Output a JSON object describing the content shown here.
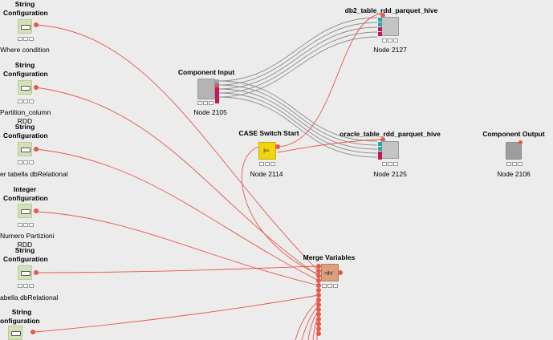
{
  "nodes": {
    "sc1": {
      "title_lines": [
        "String",
        "Configuration"
      ],
      "label": "Where condition"
    },
    "sc2": {
      "title_lines": [
        "String",
        "Configuration"
      ],
      "label_lines": [
        "Partition_column",
        "RDD"
      ]
    },
    "sc3": {
      "title_lines": [
        "String",
        "Configuration"
      ],
      "label": "er tabella dbRelational"
    },
    "ic1": {
      "title_lines": [
        "Integer",
        "Configuration"
      ],
      "label_lines": [
        "Numero Partizioni",
        "RDD"
      ]
    },
    "sc4": {
      "title_lines": [
        "String",
        "Configuration"
      ],
      "label": "abella dbRelational"
    },
    "sc5": {
      "title_lines": [
        "String",
        "onfiguration"
      ]
    },
    "component_input": {
      "title": "Component Input",
      "label": "Node 2105"
    },
    "db2": {
      "title": "db2_table_rdd_parquet_hive",
      "label": "Node 2127"
    },
    "case_switch": {
      "title": "CASE Switch Start",
      "label": "Node 2114"
    },
    "oracle": {
      "title": "oracle_table_rdd_parquet_hive",
      "label": "Node 2125"
    },
    "component_output": {
      "title": "Component Output",
      "label": "Node 2106"
    },
    "merge": {
      "title": "Merge Variables"
    }
  },
  "colors": {
    "canvas": "#ececec",
    "flow_variable_wire": "#e8574b",
    "data_wire": "#8c8c8c",
    "config_node": "#d3e1b7",
    "switch_node": "#f2d40d",
    "merge_node": "#d9a07d"
  }
}
